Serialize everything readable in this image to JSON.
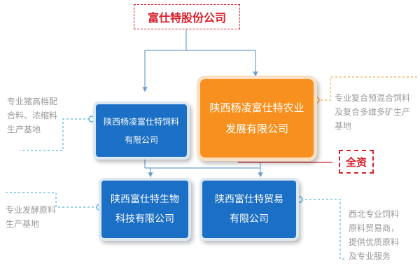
{
  "root": {
    "label": "富仕特股份公司"
  },
  "hub": {
    "label": "陕西杨凌富仕特农业\n发展有限公司"
  },
  "feed_co": {
    "label": "陕西杨凌富仕特饲料\n有限公司"
  },
  "bio_co": {
    "label": "陕西富仕特生物\n科技有限公司"
  },
  "trade_co": {
    "label": "陕西富仕特贸易\n有限公司"
  },
  "full_ownership": {
    "label": "全资"
  },
  "notes": {
    "feed": "专业猪高档配\n合料、浓缩料\n生产基地",
    "hub": "专业复合预混合饲料\n及复合多维多矿生产\n基地",
    "bio": "专业发酵原料\n生产基地",
    "trade": "西北专业饲料\n原料贸易商，\n提供优质原料\n及专业服务"
  },
  "colors": {
    "blue": "#1b6fc4",
    "orange": "#f7901e",
    "red": "#d8202a",
    "connector": "#6f9fcf"
  }
}
